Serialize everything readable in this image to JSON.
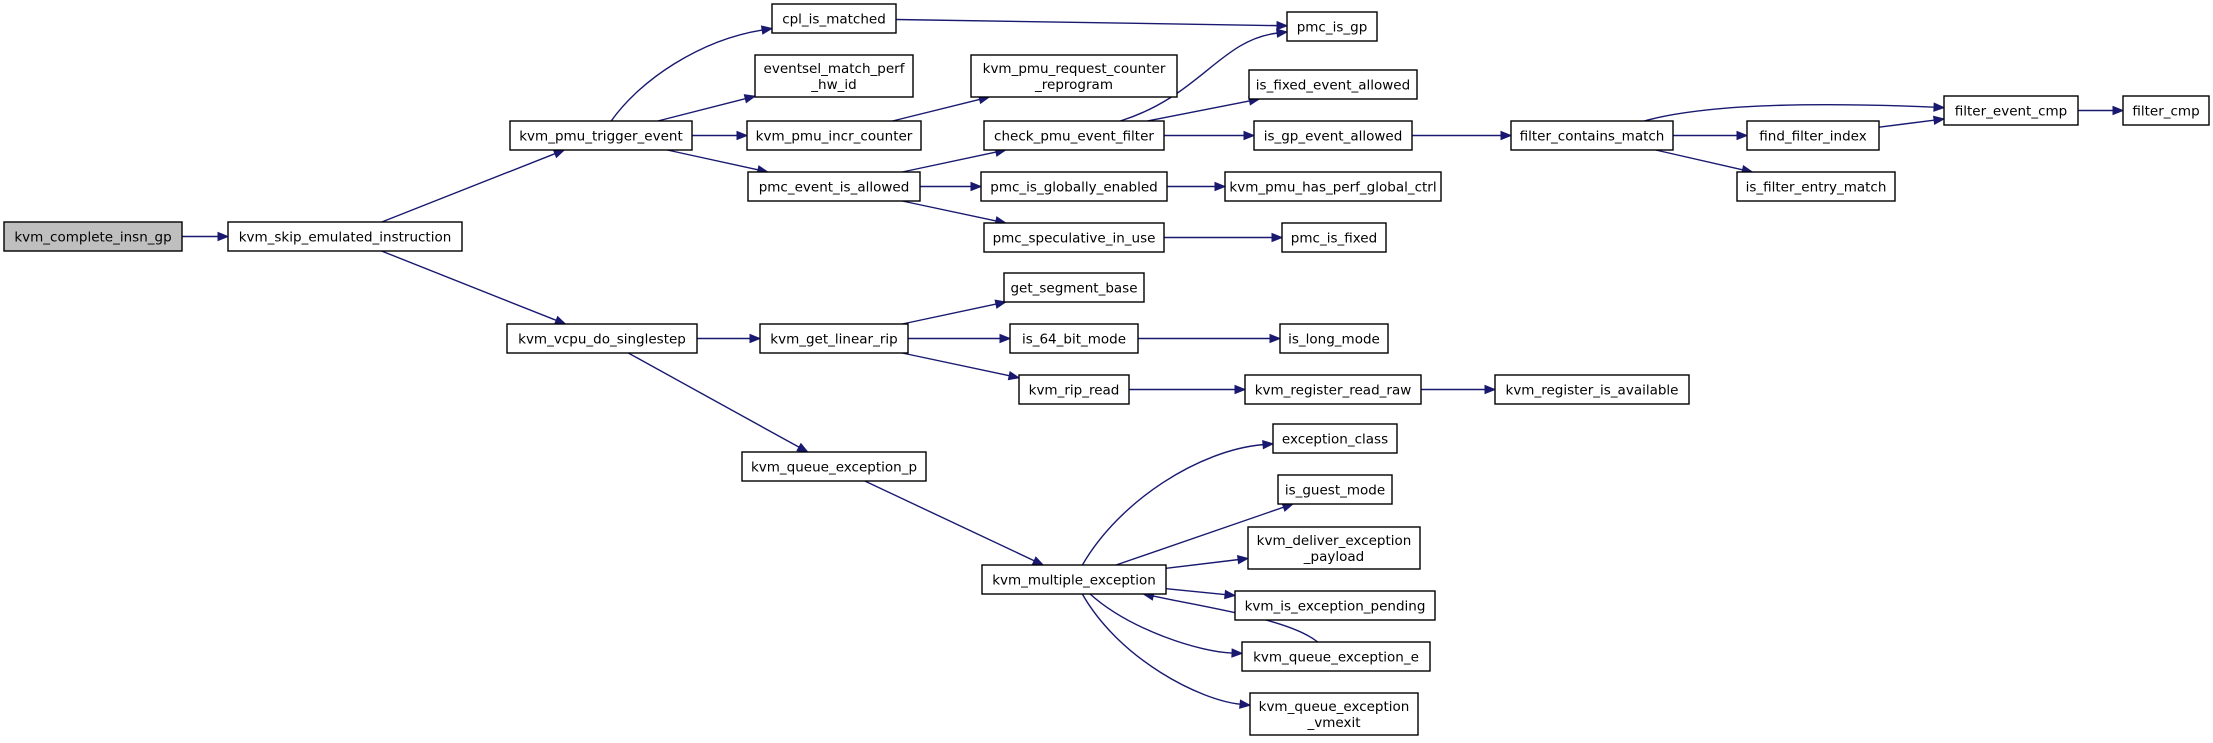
{
  "graph": {
    "root": "kvm_complete_insn_gp",
    "nodes": [
      {
        "id": "kvm_complete_insn_gp",
        "lines": [
          "kvm_complete_insn_gp"
        ]
      },
      {
        "id": "kvm_skip_emulated_instruction",
        "lines": [
          "kvm_skip_emulated_instruction"
        ]
      },
      {
        "id": "kvm_pmu_trigger_event",
        "lines": [
          "kvm_pmu_trigger_event"
        ]
      },
      {
        "id": "kvm_vcpu_do_singlestep",
        "lines": [
          "kvm_vcpu_do_singlestep"
        ]
      },
      {
        "id": "cpl_is_matched",
        "lines": [
          "cpl_is_matched"
        ]
      },
      {
        "id": "eventsel_match_perf_hw_id",
        "lines": [
          "eventsel_match_perf",
          "_hw_id"
        ]
      },
      {
        "id": "kvm_pmu_incr_counter",
        "lines": [
          "kvm_pmu_incr_counter"
        ]
      },
      {
        "id": "pmc_event_is_allowed",
        "lines": [
          "pmc_event_is_allowed"
        ]
      },
      {
        "id": "kvm_get_linear_rip",
        "lines": [
          "kvm_get_linear_rip"
        ]
      },
      {
        "id": "kvm_queue_exception_p",
        "lines": [
          "kvm_queue_exception_p"
        ]
      },
      {
        "id": "kvm_pmu_request_counter_reprogram",
        "lines": [
          "kvm_pmu_request_counter",
          "_reprogram"
        ]
      },
      {
        "id": "check_pmu_event_filter",
        "lines": [
          "check_pmu_event_filter"
        ]
      },
      {
        "id": "pmc_is_globally_enabled",
        "lines": [
          "pmc_is_globally_enabled"
        ]
      },
      {
        "id": "pmc_speculative_in_use",
        "lines": [
          "pmc_speculative_in_use"
        ]
      },
      {
        "id": "get_segment_base",
        "lines": [
          "get_segment_base"
        ]
      },
      {
        "id": "is_64_bit_mode",
        "lines": [
          "is_64_bit_mode"
        ]
      },
      {
        "id": "kvm_rip_read",
        "lines": [
          "kvm_rip_read"
        ]
      },
      {
        "id": "kvm_multiple_exception",
        "lines": [
          "kvm_multiple_exception"
        ]
      },
      {
        "id": "pmc_is_gp",
        "lines": [
          "pmc_is_gp"
        ]
      },
      {
        "id": "is_fixed_event_allowed",
        "lines": [
          "is_fixed_event_allowed"
        ]
      },
      {
        "id": "is_gp_event_allowed",
        "lines": [
          "is_gp_event_allowed"
        ]
      },
      {
        "id": "kvm_pmu_has_perf_global_ctrl",
        "lines": [
          "kvm_pmu_has_perf_global_ctrl"
        ]
      },
      {
        "id": "pmc_is_fixed",
        "lines": [
          "pmc_is_fixed"
        ]
      },
      {
        "id": "is_long_mode",
        "lines": [
          "is_long_mode"
        ]
      },
      {
        "id": "kvm_register_read_raw",
        "lines": [
          "kvm_register_read_raw"
        ]
      },
      {
        "id": "exception_class",
        "lines": [
          "exception_class"
        ]
      },
      {
        "id": "is_guest_mode",
        "lines": [
          "is_guest_mode"
        ]
      },
      {
        "id": "kvm_deliver_exception_payload",
        "lines": [
          "kvm_deliver_exception",
          "_payload"
        ]
      },
      {
        "id": "kvm_is_exception_pending",
        "lines": [
          "kvm_is_exception_pending"
        ]
      },
      {
        "id": "kvm_queue_exception_e",
        "lines": [
          "kvm_queue_exception_e"
        ]
      },
      {
        "id": "kvm_queue_exception_vmexit",
        "lines": [
          "kvm_queue_exception",
          "_vmexit"
        ]
      },
      {
        "id": "filter_contains_match",
        "lines": [
          "filter_contains_match"
        ]
      },
      {
        "id": "kvm_register_is_available",
        "lines": [
          "kvm_register_is_available"
        ]
      },
      {
        "id": "find_filter_index",
        "lines": [
          "find_filter_index"
        ]
      },
      {
        "id": "is_filter_entry_match",
        "lines": [
          "is_filter_entry_match"
        ]
      },
      {
        "id": "filter_event_cmp",
        "lines": [
          "filter_event_cmp"
        ]
      },
      {
        "id": "filter_cmp",
        "lines": [
          "filter_cmp"
        ]
      }
    ],
    "edges": [
      [
        "kvm_complete_insn_gp",
        "kvm_skip_emulated_instruction"
      ],
      [
        "kvm_skip_emulated_instruction",
        "kvm_pmu_trigger_event"
      ],
      [
        "kvm_skip_emulated_instruction",
        "kvm_vcpu_do_singlestep"
      ],
      [
        "kvm_pmu_trigger_event",
        "cpl_is_matched"
      ],
      [
        "kvm_pmu_trigger_event",
        "eventsel_match_perf_hw_id"
      ],
      [
        "kvm_pmu_trigger_event",
        "kvm_pmu_incr_counter"
      ],
      [
        "kvm_pmu_trigger_event",
        "pmc_event_is_allowed"
      ],
      [
        "cpl_is_matched",
        "pmc_is_gp"
      ],
      [
        "kvm_pmu_incr_counter",
        "kvm_pmu_request_counter_reprogram"
      ],
      [
        "pmc_event_is_allowed",
        "check_pmu_event_filter"
      ],
      [
        "pmc_event_is_allowed",
        "pmc_is_globally_enabled"
      ],
      [
        "pmc_event_is_allowed",
        "pmc_speculative_in_use"
      ],
      [
        "check_pmu_event_filter",
        "pmc_is_gp"
      ],
      [
        "check_pmu_event_filter",
        "is_fixed_event_allowed"
      ],
      [
        "check_pmu_event_filter",
        "is_gp_event_allowed"
      ],
      [
        "is_gp_event_allowed",
        "filter_contains_match"
      ],
      [
        "filter_contains_match",
        "filter_event_cmp"
      ],
      [
        "filter_contains_match",
        "find_filter_index"
      ],
      [
        "filter_contains_match",
        "is_filter_entry_match"
      ],
      [
        "find_filter_index",
        "filter_event_cmp"
      ],
      [
        "filter_event_cmp",
        "filter_cmp"
      ],
      [
        "pmc_is_globally_enabled",
        "kvm_pmu_has_perf_global_ctrl"
      ],
      [
        "pmc_speculative_in_use",
        "pmc_is_fixed"
      ],
      [
        "kvm_vcpu_do_singlestep",
        "kvm_get_linear_rip"
      ],
      [
        "kvm_vcpu_do_singlestep",
        "kvm_queue_exception_p"
      ],
      [
        "kvm_get_linear_rip",
        "get_segment_base"
      ],
      [
        "kvm_get_linear_rip",
        "is_64_bit_mode"
      ],
      [
        "kvm_get_linear_rip",
        "kvm_rip_read"
      ],
      [
        "is_64_bit_mode",
        "is_long_mode"
      ],
      [
        "kvm_rip_read",
        "kvm_register_read_raw"
      ],
      [
        "kvm_register_read_raw",
        "kvm_register_is_available"
      ],
      [
        "kvm_queue_exception_p",
        "kvm_multiple_exception"
      ],
      [
        "kvm_multiple_exception",
        "exception_class"
      ],
      [
        "kvm_multiple_exception",
        "is_guest_mode"
      ],
      [
        "kvm_multiple_exception",
        "kvm_deliver_exception_payload"
      ],
      [
        "kvm_multiple_exception",
        "kvm_is_exception_pending"
      ],
      [
        "kvm_multiple_exception",
        "kvm_queue_exception_e"
      ],
      [
        "kvm_multiple_exception",
        "kvm_queue_exception_vmexit"
      ],
      [
        "kvm_queue_exception_e",
        "kvm_multiple_exception"
      ]
    ]
  },
  "colors": {
    "edge": "#191970",
    "node_border": "#000000",
    "node_fill": "#ffffff",
    "root_fill": "#bfbfbf"
  }
}
